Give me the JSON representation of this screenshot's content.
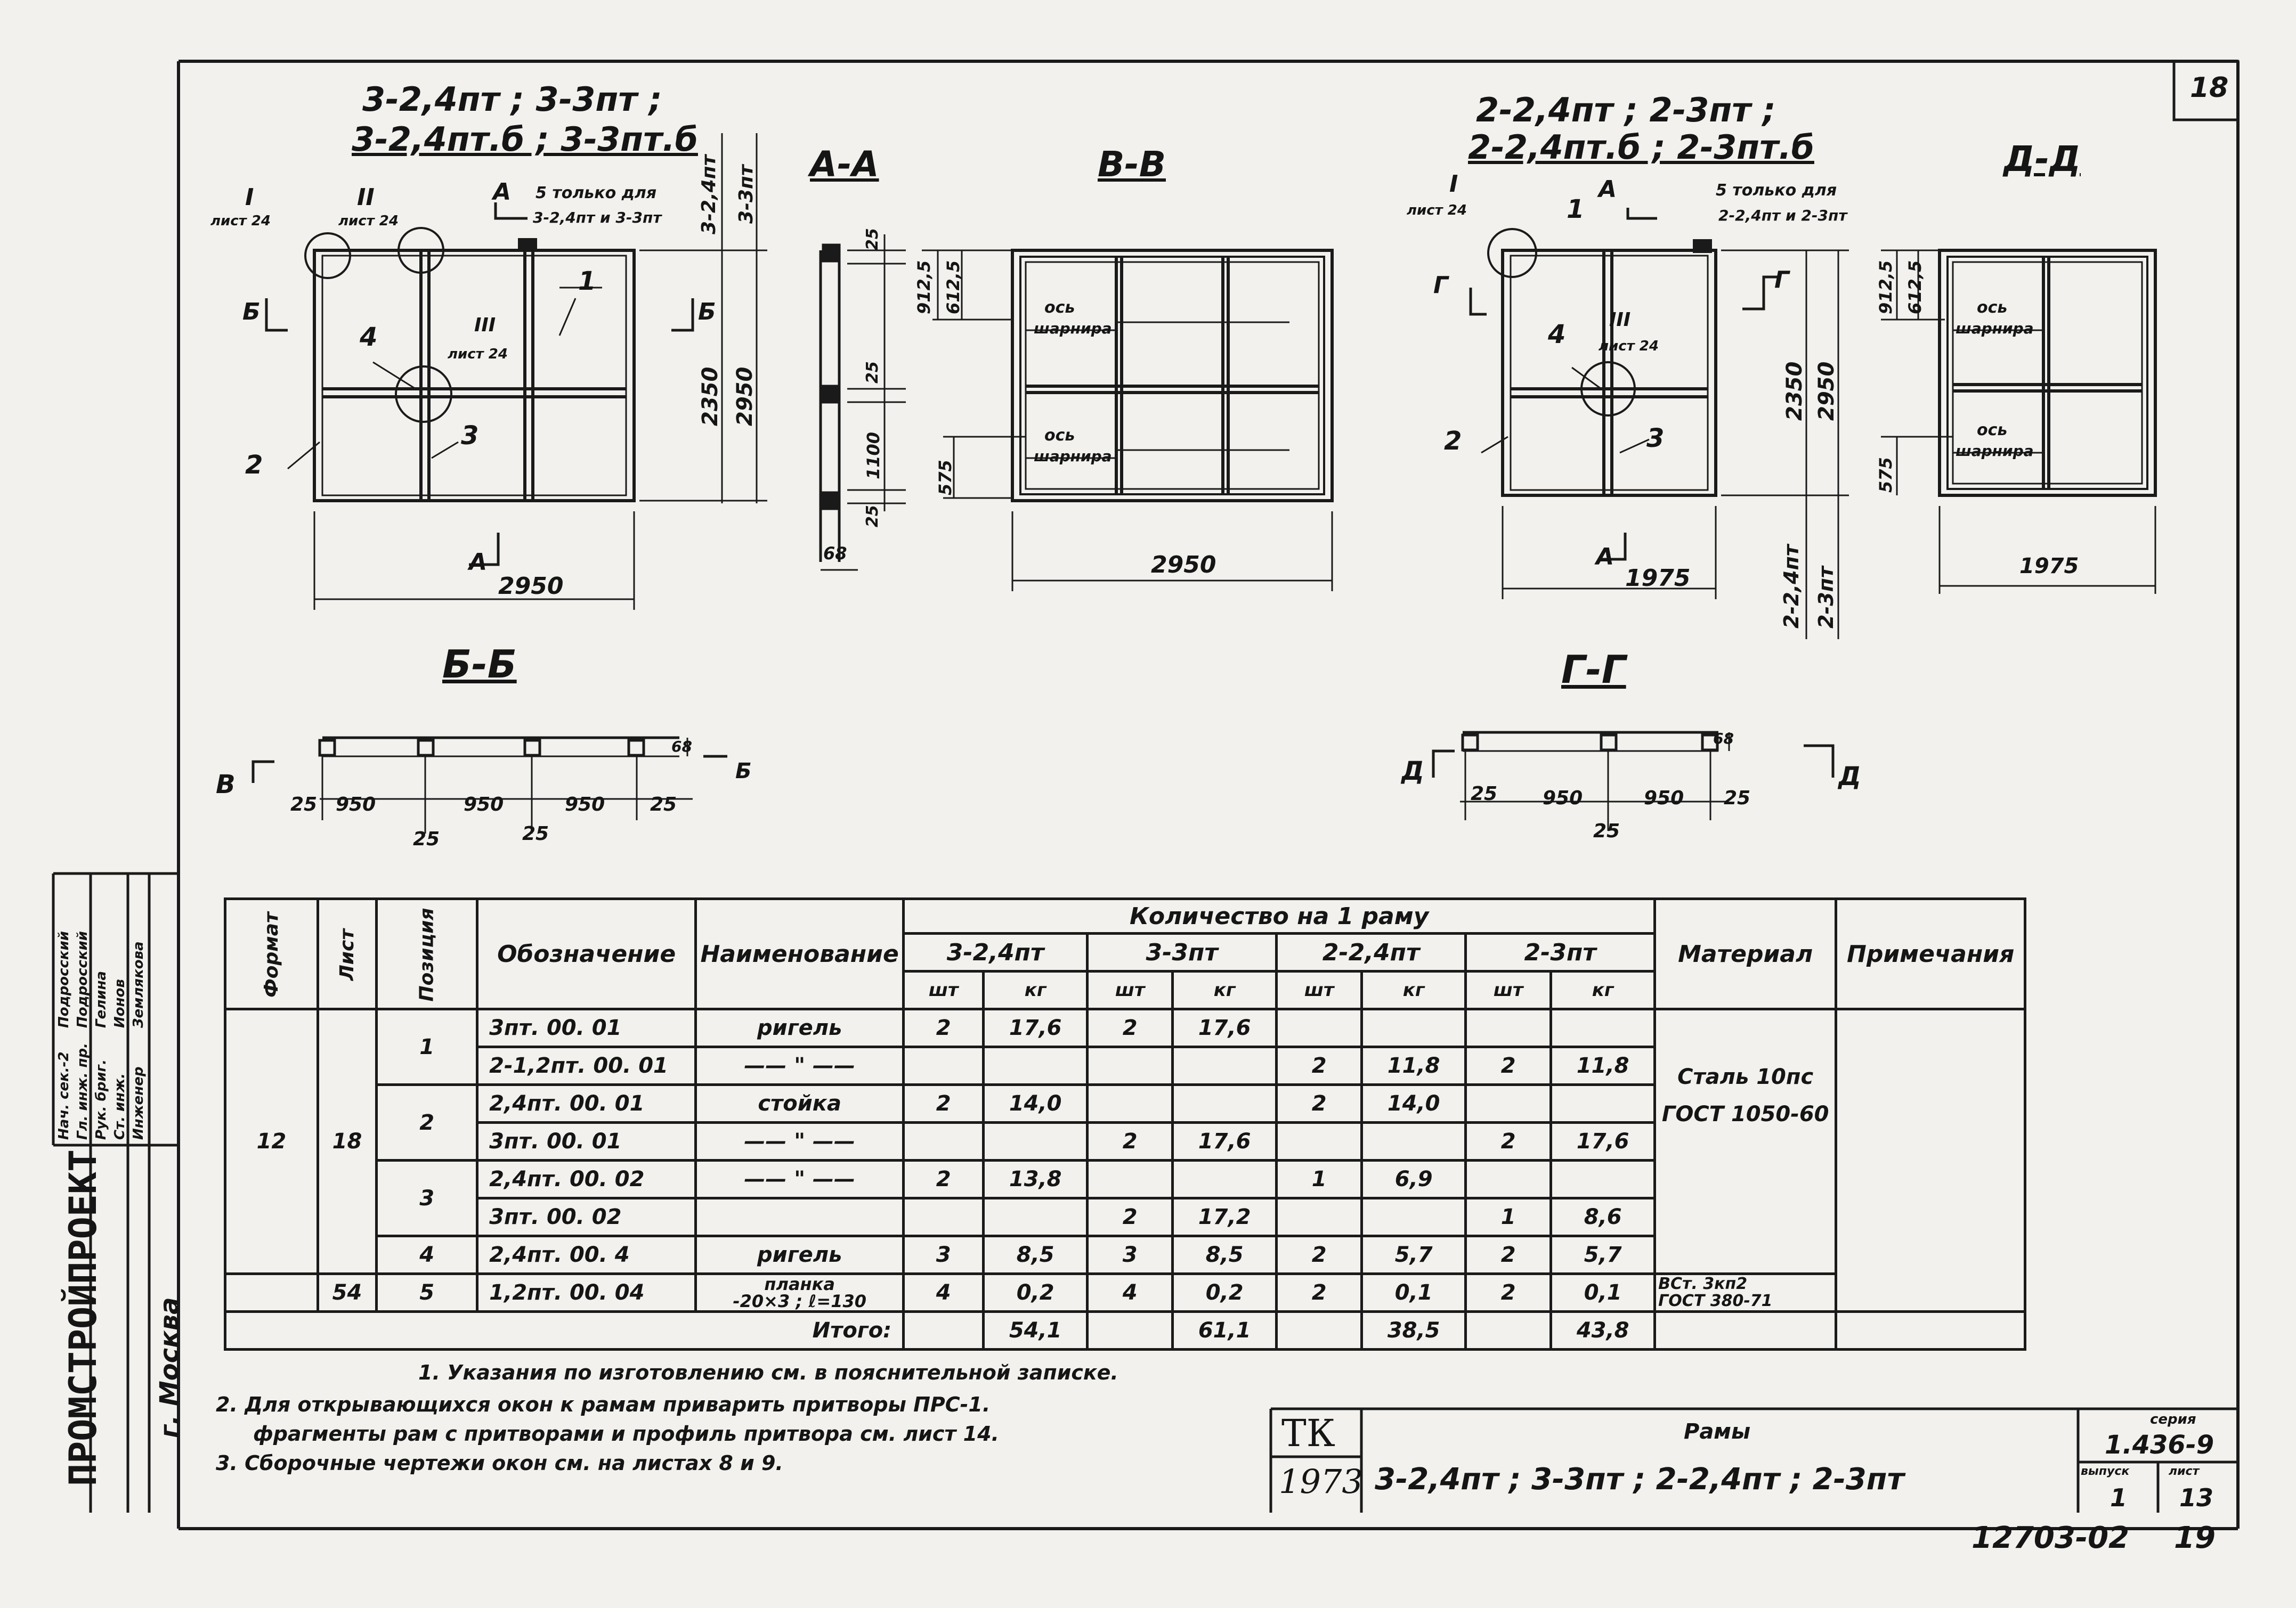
{
  "sheet_number": "18",
  "left_group": {
    "title_line1": "3-2,4пт ; 3-3пт ;",
    "title_line2": "3-2,4пт.б ; 3-3пт.б",
    "ref_I": "I",
    "ref_I_sheet": "лист 24",
    "ref_II": "II",
    "ref_II_sheet": "лист 24",
    "ref_III": "III",
    "ref_III_sheet": "лист 24",
    "cut_A": "А",
    "cut_B": "Б",
    "note5_a": "5 только для",
    "note5_b": "3-2,4пт и 3-3пт",
    "pos1": "1",
    "pos2": "2",
    "pos3": "3",
    "pos4": "4",
    "height_label_a": "3-2,4пт",
    "height_label_b": "3-3пт",
    "dim_2350": "2350",
    "dim_2950_v": "2950",
    "dim_2950_h": "2950"
  },
  "section_AA": {
    "title": "А-А",
    "dim_25a": "25",
    "dim_9125": "912,5",
    "dim_6125": "612,5",
    "dim_25b": "25",
    "dim_1100": "1100",
    "dim_25c": "25",
    "dim_575": "575",
    "dim_68": "68"
  },
  "section_VV": {
    "title": "В-В",
    "axis_label_1": "ось",
    "hinge_label_1": "шарнира",
    "axis_label_2": "ось",
    "hinge_label_2": "шарнира",
    "dim_width": "2950"
  },
  "right_group": {
    "title_line1": "2-2,4пт ; 2-3пт ;",
    "title_line2": "2-2,4пт.б ; 2-3пт.б",
    "ref_I": "I",
    "ref_I_sheet": "лист 24",
    "ref_III": "III",
    "ref_III_sheet": "лист 24",
    "cut_A": "А",
    "cut_G": "Г",
    "note5_a": "5 только для",
    "note5_b": "2-2,4пт и 2-3пт",
    "pos1": "1",
    "pos2": "2",
    "pos3": "3",
    "pos4": "4",
    "dim_2350": "2350",
    "dim_2950": "2950",
    "dim_1975": "1975",
    "height_label_a": "2-2,4пт",
    "height_label_b": "2-3пт"
  },
  "section_DD": {
    "title": "Д-Д",
    "dim_9125": "912,5",
    "dim_6125": "612,5",
    "dim_575": "575",
    "axis_label_1": "ось",
    "hinge_label_1": "шарнира",
    "axis_label_2": "ось",
    "hinge_label_2": "шарнира",
    "dim_width": "1975"
  },
  "section_BB": {
    "title": "Б-Б",
    "mark_left": "В",
    "mark_right": "Б",
    "dim_68": "68",
    "dims_top": [
      "25",
      "950",
      "950",
      "950",
      "25"
    ],
    "dims_bottom": [
      "25",
      "25"
    ]
  },
  "section_GG": {
    "title": "Г-Г",
    "mark_left": "Д",
    "mark_right": "Д",
    "dim_68": "68",
    "dims_top": [
      "25",
      "950",
      "950",
      "25"
    ],
    "dims_bottom": [
      "25"
    ]
  },
  "table": {
    "h_format": "Формат",
    "h_sheet": "Лист",
    "h_position": "Позиция",
    "h_designation": "Обозначение",
    "h_name": "Наименование",
    "h_quantity": "Количество на 1 раму",
    "groups": [
      "3-2,4пт",
      "3-3пт",
      "2-2,4пт",
      "2-3пт"
    ],
    "unit_pcs": "шт",
    "unit_kg": "кг",
    "h_material": "Материал",
    "h_notes": "Примечания",
    "format_value": "12",
    "sheet_value": "18",
    "sheet_value_2": "54",
    "material_1a": "Сталь 10пс",
    "material_1b": "ГОСТ 1050-60",
    "material_2a": "ВСт. 3кп2",
    "material_2b": "ГОСТ 380-71",
    "rows": [
      {
        "pos": "1",
        "des": "3пт. 00. 01",
        "name": "ригель",
        "c": [
          "2",
          "17,6",
          "2",
          "17,6",
          "",
          "",
          "",
          ""
        ]
      },
      {
        "pos": "",
        "des": "2-1,2пт. 00. 01",
        "name": "—— \" ——",
        "c": [
          "",
          "",
          "",
          "",
          "2",
          "11,8",
          "2",
          "11,8"
        ]
      },
      {
        "pos": "",
        "des": "2,4пт. 00. 01",
        "name": "стойка",
        "c": [
          "2",
          "14,0",
          "",
          "",
          "2",
          "14,0",
          "",
          ""
        ]
      },
      {
        "pos": "2",
        "des": "3пт. 00. 01",
        "name": "—— \" ——",
        "c": [
          "",
          "",
          "2",
          "17,6",
          "",
          "",
          "2",
          "17,6"
        ]
      },
      {
        "pos": "",
        "des": "2,4пт. 00. 02",
        "name": "—— \" ——",
        "c": [
          "2",
          "13,8",
          "",
          "",
          "1",
          "6,9",
          "",
          ""
        ]
      },
      {
        "pos": "3",
        "des": "3пт. 00. 02",
        "name": "",
        "c": [
          "",
          "",
          "2",
          "17,2",
          "",
          "",
          "1",
          "8,6"
        ]
      },
      {
        "pos": "4",
        "des": "2,4пт. 00. 4",
        "name": "ригель",
        "c": [
          "3",
          "8,5",
          "3",
          "8,5",
          "2",
          "5,7",
          "2",
          "5,7"
        ]
      },
      {
        "pos": "5",
        "des": "1,2пт. 00. 04",
        "name_a": "планка",
        "name_b": "-20×3 ; ℓ=130",
        "c": [
          "4",
          "0,2",
          "4",
          "0,2",
          "2",
          "0,1",
          "2",
          "0,1"
        ]
      }
    ],
    "total_label": "Итого:",
    "totals": [
      "54,1",
      "61,1",
      "38,5",
      "43,8"
    ]
  },
  "notes": [
    "1. Указания по изготовлению см. в пояснительной записке.",
    "2. Для открывающихся окон к рамам приварить притворы ПРС-1.",
    "фрагменты рам с притворами и профиль притвора см. лист 14.",
    "3. Сборочные чертежи окон см. на листах 8 и 9."
  ],
  "title_block": {
    "tk": "ТК",
    "year": "1973",
    "name": "Рамы",
    "subtitle": "3-2,4пт ; 3-3пт ; 2-2,4пт ; 2-3пт",
    "series_label": "серия",
    "series": "1.436-9",
    "issue_label": "выпуск",
    "issue": "1",
    "sheet_label": "лист",
    "sheet": "13"
  },
  "bottom_code": "12703-02",
  "bottom_page": "19",
  "stamp": {
    "org": "ПРОМСТРОЙПРОЕКТ",
    "city": "г. Москва",
    "roles": [
      "Нач. сек.-2",
      "Гл. инж. пр.",
      "Рук. бриг.",
      "Ст. инж.",
      "Инженер"
    ],
    "names": [
      "Подросский",
      "Подросский",
      "Гелина",
      "Ионов",
      "Землякова"
    ]
  }
}
